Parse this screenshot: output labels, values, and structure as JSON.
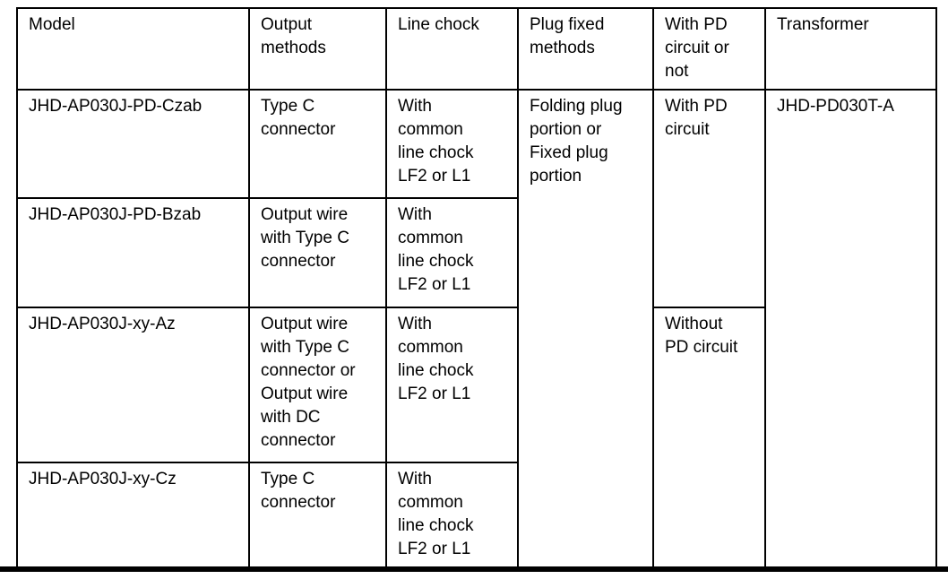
{
  "table": {
    "columns": [
      {
        "label": "Model"
      },
      {
        "label": "Output\nmethods"
      },
      {
        "label": "Line chock"
      },
      {
        "label": "Plug fixed\nmethods"
      },
      {
        "label": "With PD\ncircuit or\nnot"
      },
      {
        "label": "Transformer"
      }
    ],
    "rows": [
      {
        "model": "JHD-AP030J-PD-Czab",
        "output_method": "Type C\nconnector",
        "line_chock": "With\ncommon\nline chock\nLF2 or L1"
      },
      {
        "model": "JHD-AP030J-PD-Bzab",
        "output_method": "Output wire\nwith Type C\nconnector",
        "line_chock": "With\ncommon\nline chock\nLF2 or L1"
      },
      {
        "model": "JHD-AP030J-xy-Az",
        "output_method": "Output wire\nwith Type C\nconnector or\nOutput wire\nwith DC\nconnector",
        "line_chock": "With\ncommon\nline chock\nLF2 or L1"
      },
      {
        "model": "JHD-AP030J-xy-Cz",
        "output_method": "Type C\nconnector",
        "line_chock": "With\ncommon\nline chock\nLF2 or L1"
      }
    ],
    "plug_fixed_methods": "Folding plug\nportion or\nFixed plug\nportion",
    "pd_circuit": {
      "with": "With PD\ncircuit",
      "without": "Without\nPD circuit"
    },
    "transformer": "JHD-PD030T-A"
  },
  "colors": {
    "border": "#000000",
    "text": "#000000",
    "background": "#ffffff"
  }
}
